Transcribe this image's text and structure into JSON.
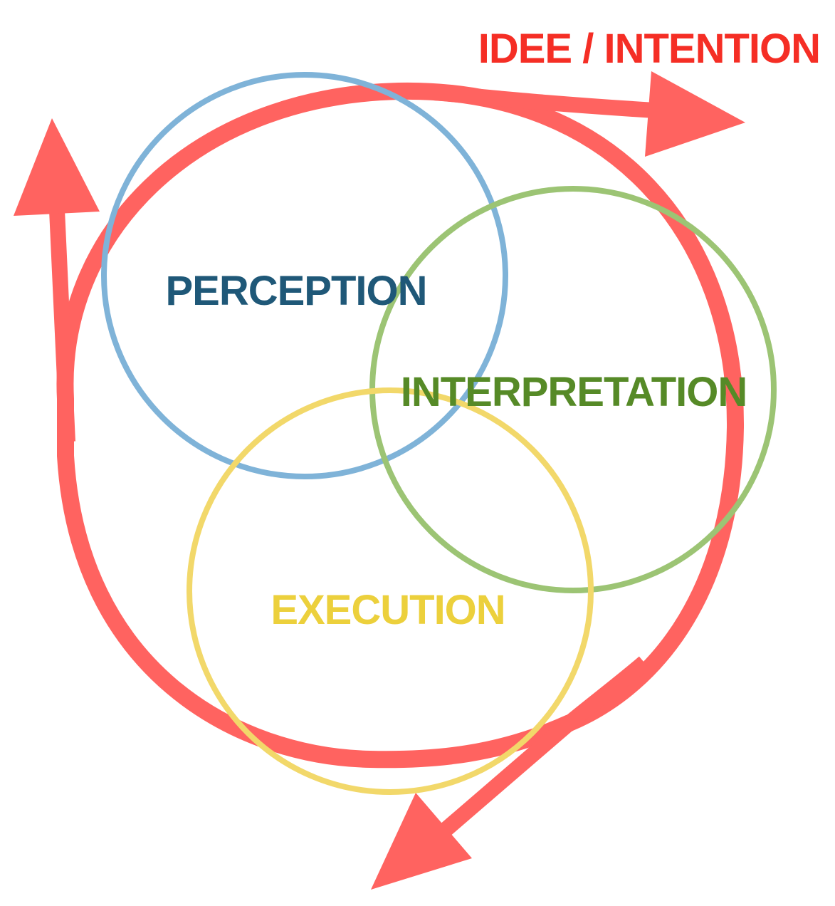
{
  "title": "IDEE / INTENTION",
  "circles": [
    {
      "id": "perception",
      "label": "PERCEPTION",
      "stroke": "#7fb3d8",
      "text_color": "#1f5878"
    },
    {
      "id": "interpretation",
      "label": "INTERPRETATION",
      "stroke": "#9cc474",
      "text_color": "#568a27"
    },
    {
      "id": "execution",
      "label": "EXECUTION",
      "stroke": "#f2d86a",
      "text_color": "#ecd03c"
    }
  ],
  "loop": {
    "color": "#ff6360",
    "title_color": "#f52e25"
  },
  "arrows": [
    {
      "id": "arrow-to-intention",
      "direction": "right"
    },
    {
      "id": "arrow-up",
      "direction": "up"
    },
    {
      "id": "arrow-down-left",
      "direction": "down-left"
    }
  ]
}
